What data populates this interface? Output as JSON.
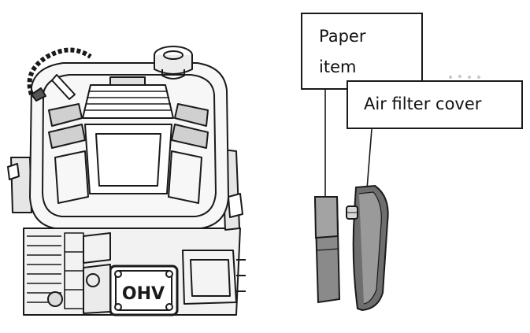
{
  "callouts": {
    "paper_item": {
      "line1": "Paper",
      "line2": "item"
    },
    "air_filter_cover": {
      "label": "Air filter cover"
    }
  },
  "engine": {
    "badge_text": "OHV"
  },
  "colors": {
    "ink": "#1a1a1a",
    "fill_light": "#d8d8d8",
    "fill_dark": "#8a8a8a",
    "background": "#ffffff"
  }
}
